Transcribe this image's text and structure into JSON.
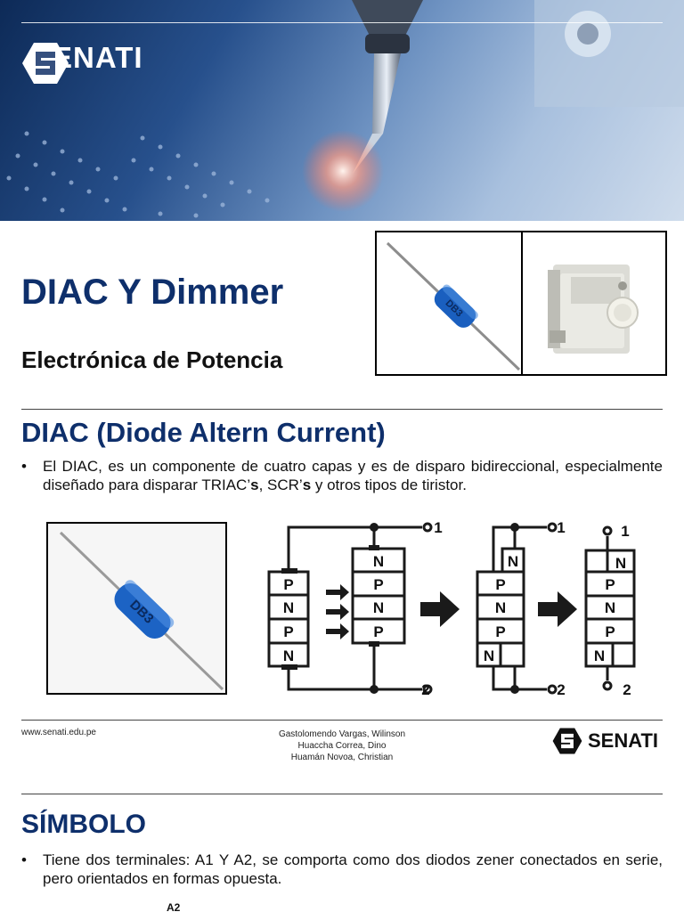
{
  "brand": {
    "name": "SENATI",
    "logo_icon": "senati-s-icon",
    "primary_color": "#0e2f6b"
  },
  "slide1": {
    "title": "DIAC Y Dimmer",
    "subtitle": "Electrónica de Potencia"
  },
  "slide2": {
    "heading": "DIAC (Diode Altern Current)",
    "bullet": {
      "text_before": "El DIAC, es un componente de cuatro capas y es de disparo bidireccional, especialmente diseñado para disparar ",
      "triac_base": "TRIAC’",
      "triac_suffix": "s",
      "sep": ", ",
      "scr_base": "SCR’",
      "scr_suffix": "s",
      "text_after": " y otros tipos de tiristor."
    },
    "photo_label": "DB3",
    "diagram": {
      "layers_left": [
        "P",
        "N",
        "P",
        "N"
      ],
      "layers_mid": [
        "N",
        "P",
        "N",
        "P"
      ],
      "layers_split": [
        "N",
        "P",
        "N",
        "P",
        "N"
      ],
      "layers_final": [
        "N",
        "P",
        "N",
        "P",
        "N"
      ],
      "terminal_1": "1",
      "terminal_2": "2"
    }
  },
  "footer": {
    "url": "www.senati.edu.pe",
    "authors": [
      "Gastolomendo Vargas, Wilinson",
      "Huaccha Correa, Dino",
      "Huamán Novoa, Christian"
    ],
    "logo_text": "SENATI"
  },
  "slide3": {
    "heading": "SÍMBOLO",
    "bullet": "Tiene dos terminales: A1 Y A2, se comporta como dos diodos zener conectados en serie, pero orientados en formas opuesta.",
    "symbol_label": "A2"
  }
}
